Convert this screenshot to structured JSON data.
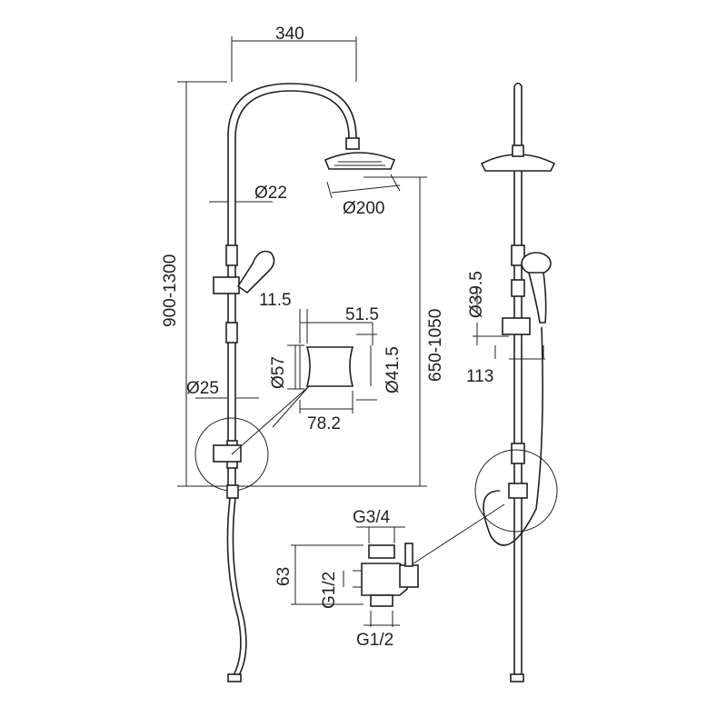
{
  "title": "Shower column technical drawing",
  "dimensions": {
    "arm_width": "340",
    "total_height": "900-1300",
    "pipe_upper_dia": "Ø22",
    "head_dia": "Ø200",
    "head_height": "650-1050",
    "holder_offset": "11.5",
    "holder_depth": "51.5",
    "holder_outer_dia": "Ø57",
    "holder_inner_dia": "Ø41.5",
    "pipe_lower_dia": "Ø25",
    "holder_width": "78.2",
    "inlet_top": "G3/4",
    "diverter_height": "63",
    "inlet_side": "G1/2",
    "outlet_bottom": "G1/2",
    "hand_shower_dia": "Ø39.5",
    "holder_projection": "113"
  }
}
